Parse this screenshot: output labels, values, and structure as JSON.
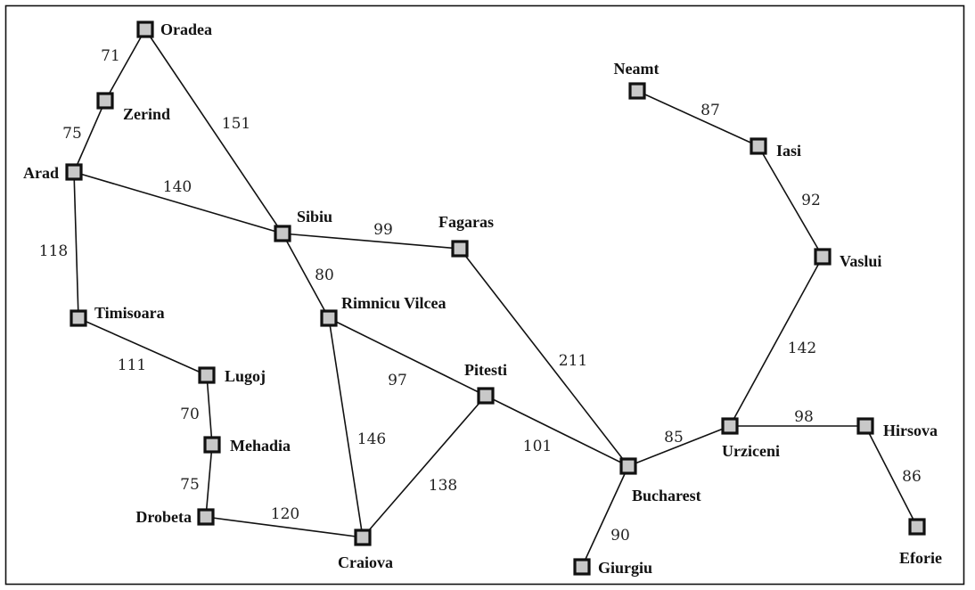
{
  "cities": [
    {
      "id": "oradea",
      "name": "Oradea"
    },
    {
      "id": "zerind",
      "name": "Zerind"
    },
    {
      "id": "arad",
      "name": "Arad"
    },
    {
      "id": "timisoara",
      "name": "Timisoara"
    },
    {
      "id": "lugoj",
      "name": "Lugoj"
    },
    {
      "id": "mehadia",
      "name": "Mehadia"
    },
    {
      "id": "drobeta",
      "name": "Drobeta"
    },
    {
      "id": "craiova",
      "name": "Craiova"
    },
    {
      "id": "sibiu",
      "name": "Sibiu"
    },
    {
      "id": "rimnicu",
      "name": "Rimnicu Vilcea"
    },
    {
      "id": "fagaras",
      "name": "Fagaras"
    },
    {
      "id": "pitesti",
      "name": "Pitesti"
    },
    {
      "id": "bucharest",
      "name": "Bucharest"
    },
    {
      "id": "giurgiu",
      "name": "Giurgiu"
    },
    {
      "id": "urziceni",
      "name": "Urziceni"
    },
    {
      "id": "hirsova",
      "name": "Hirsova"
    },
    {
      "id": "eforie",
      "name": "Eforie"
    },
    {
      "id": "vaslui",
      "name": "Vaslui"
    },
    {
      "id": "iasi",
      "name": "Iasi"
    },
    {
      "id": "neamt",
      "name": "Neamt"
    }
  ],
  "roads": [
    {
      "from": "oradea",
      "to": "zerind",
      "distance": "71"
    },
    {
      "from": "zerind",
      "to": "arad",
      "distance": "75"
    },
    {
      "from": "oradea",
      "to": "sibiu",
      "distance": "151"
    },
    {
      "from": "arad",
      "to": "sibiu",
      "distance": "140"
    },
    {
      "from": "arad",
      "to": "timisoara",
      "distance": "118"
    },
    {
      "from": "timisoara",
      "to": "lugoj",
      "distance": "111"
    },
    {
      "from": "lugoj",
      "to": "mehadia",
      "distance": "70"
    },
    {
      "from": "mehadia",
      "to": "drobeta",
      "distance": "75"
    },
    {
      "from": "drobeta",
      "to": "craiova",
      "distance": "120"
    },
    {
      "from": "sibiu",
      "to": "fagaras",
      "distance": "99"
    },
    {
      "from": "sibiu",
      "to": "rimnicu",
      "distance": "80"
    },
    {
      "from": "rimnicu",
      "to": "pitesti",
      "distance": "97"
    },
    {
      "from": "rimnicu",
      "to": "craiova",
      "distance": "146"
    },
    {
      "from": "craiova",
      "to": "pitesti",
      "distance": "138"
    },
    {
      "from": "fagaras",
      "to": "bucharest",
      "distance": "211"
    },
    {
      "from": "pitesti",
      "to": "bucharest",
      "distance": "101"
    },
    {
      "from": "bucharest",
      "to": "giurgiu",
      "distance": "90"
    },
    {
      "from": "bucharest",
      "to": "urziceni",
      "distance": "85"
    },
    {
      "from": "urziceni",
      "to": "hirsova",
      "distance": "98"
    },
    {
      "from": "hirsova",
      "to": "eforie",
      "distance": "86"
    },
    {
      "from": "urziceni",
      "to": "vaslui",
      "distance": "142"
    },
    {
      "from": "vaslui",
      "to": "iasi",
      "distance": "92"
    },
    {
      "from": "iasi",
      "to": "neamt",
      "distance": "87"
    }
  ]
}
